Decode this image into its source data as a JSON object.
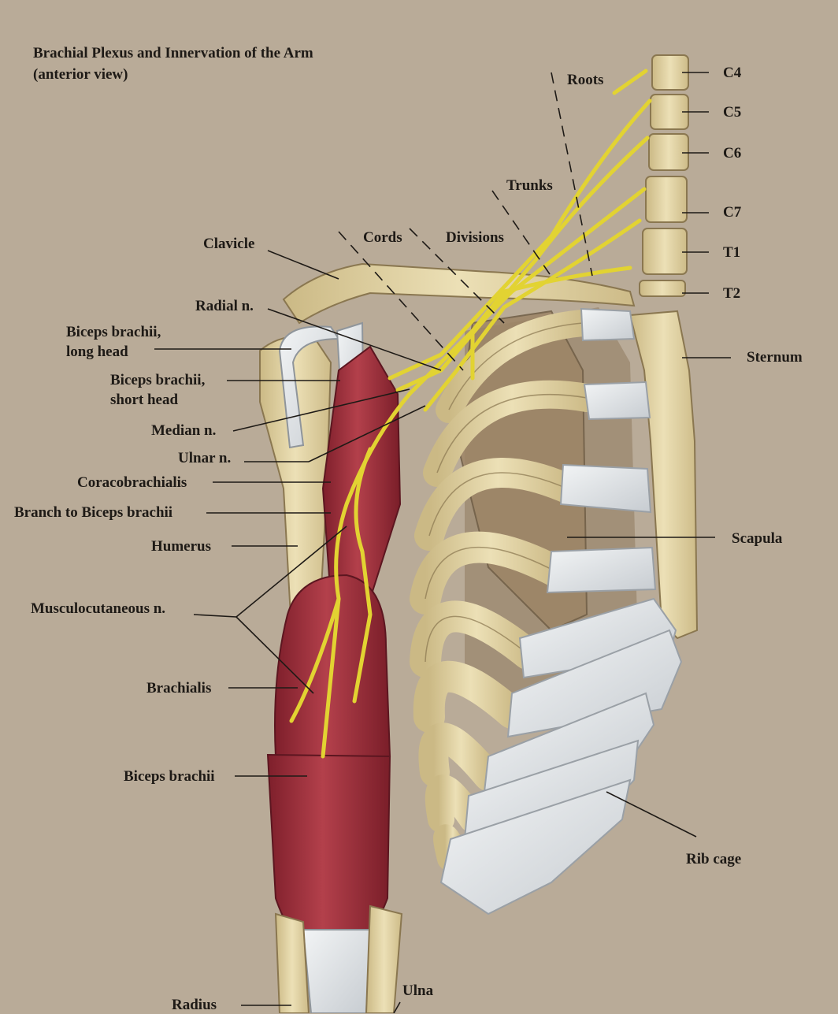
{
  "title": {
    "line1": "Brachial Plexus and Innervation of the Arm",
    "line2": "(anterior view)"
  },
  "labels": {
    "roots": "Roots",
    "trunks": "Trunks",
    "divisions": "Divisions",
    "cords": "Cords",
    "c4": "C4",
    "c5": "C5",
    "c6": "C6",
    "c7": "C7",
    "t1": "T1",
    "t2": "T2",
    "clavicle": "Clavicle",
    "radial_n": "Radial n.",
    "biceps_long_1": "Biceps brachii,",
    "biceps_long_2": "long head",
    "biceps_short_1": "Biceps brachii,",
    "biceps_short_2": "short head",
    "median_n": "Median n.",
    "ulnar_n": "Ulnar n.",
    "coracobrachialis": "Coracobrachialis",
    "branch_to_biceps": "Branch to Biceps brachii",
    "humerus": "Humerus",
    "musculocutaneous_n": "Musculocutaneous n.",
    "brachialis": "Brachialis",
    "biceps_brachii": "Biceps brachii",
    "sternum": "Sternum",
    "scapula": "Scapula",
    "rib_cage": "Rib cage",
    "ulna": "Ulna",
    "radius": "Radius"
  },
  "colors": {
    "background": "#b9ab98",
    "bone": "#e6d7aa",
    "cartilage": "#dfe3e6",
    "muscle": "#a9323f",
    "nerve": "#e2d332",
    "text": "#1e1a16"
  }
}
